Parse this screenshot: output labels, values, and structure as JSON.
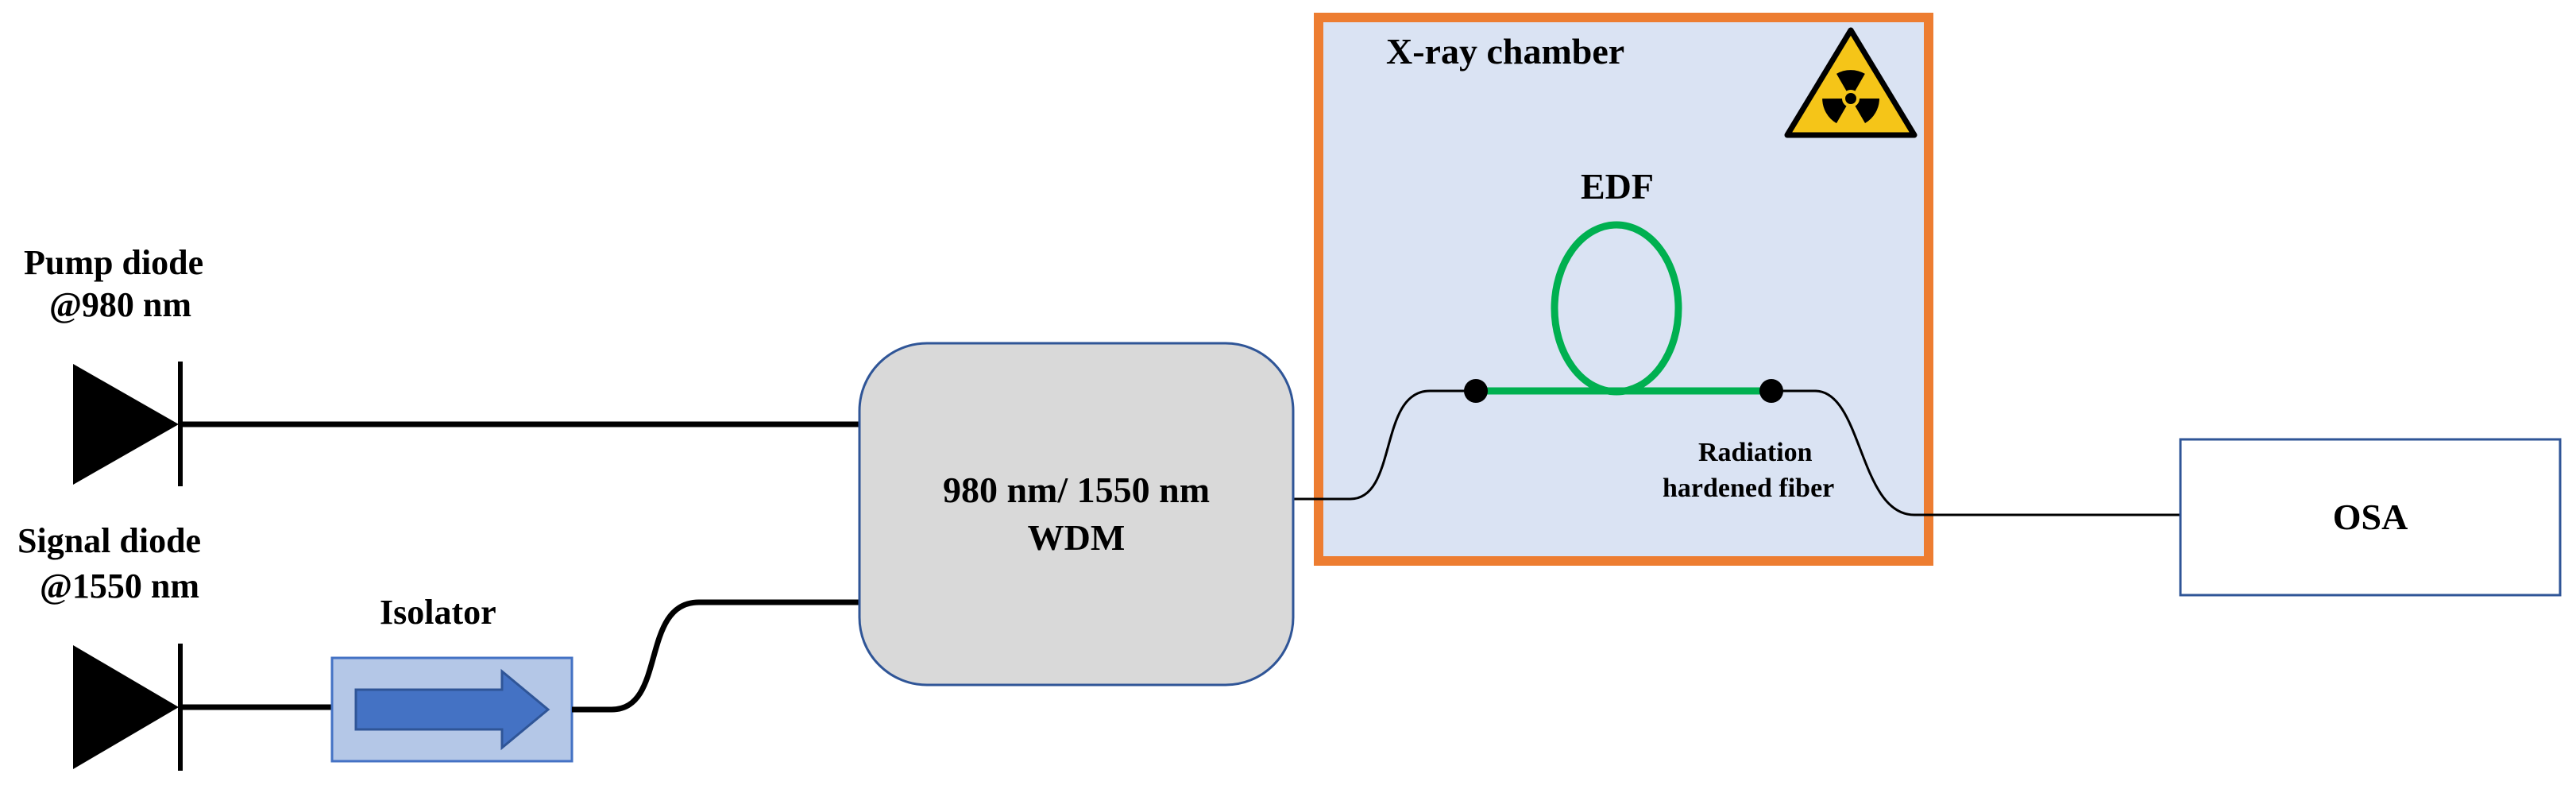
{
  "pump_diode": {
    "line1": "Pump diode",
    "line2": "@980 nm"
  },
  "signal_diode": {
    "line1": "Signal diode",
    "line2": "@1550 nm"
  },
  "isolator": {
    "label": "Isolator"
  },
  "wdm": {
    "line1": "980 nm/ 1550 nm",
    "line2": "WDM"
  },
  "chamber": {
    "label": "X-ray chamber",
    "border_color": "#ED7D31",
    "fill_color": "#DAE3F3",
    "icon": "radiation-warning-icon"
  },
  "edf": {
    "label": "EDF",
    "color": "#00B050"
  },
  "fiber": {
    "line1": "Radiation",
    "line2": "hardened fiber"
  },
  "osa": {
    "label": "OSA"
  },
  "colors": {
    "wdm_fill": "#D9D9D9",
    "wdm_border": "#2F5597",
    "isolator_fill": "#B4C7E7",
    "arrow_fill": "#4472C4"
  }
}
